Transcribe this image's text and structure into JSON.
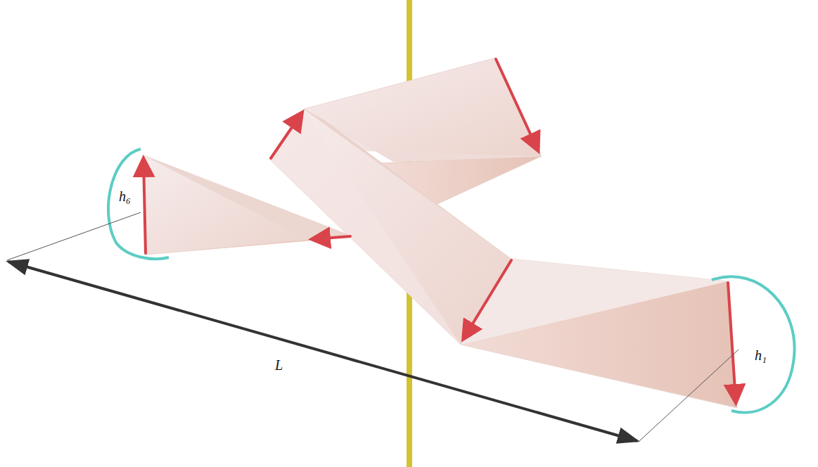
{
  "diagram": {
    "labels": [
      "h₆",
      "h₁",
      "L"
    ]
  }
}
